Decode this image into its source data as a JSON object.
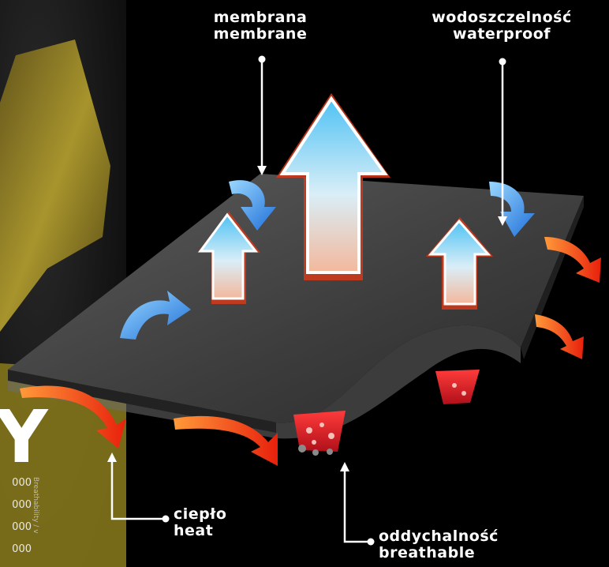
{
  "labels": {
    "membrane": {
      "pl": "membrana",
      "en": "membrane"
    },
    "waterproof": {
      "pl": "wodoszczelność",
      "en": "waterproof"
    },
    "heat": {
      "pl": "ciepło",
      "en": "heat"
    },
    "breathable": {
      "pl": "oddychalność",
      "en": "breathable"
    }
  },
  "left_panel": {
    "big_letter": "Y",
    "scale_values": [
      "000",
      "000",
      "000",
      "000"
    ],
    "vertical_text": "Breathability / v"
  },
  "colors": {
    "background": "#000000",
    "membrane_surface": "#4a4a4a",
    "heat_arrow": "#ff3a0f",
    "water_arrow": "#2a8ff0",
    "vapor_arrow_top": "#5fc8f5",
    "vapor_arrow_bottom": "#f6d6c8",
    "pore_red": "#d91520",
    "label_text": "#ffffff"
  },
  "icons": {
    "vapor": "up-arrow-icon",
    "water": "curved-arrow-icon",
    "heat": "curved-arrow-icon"
  }
}
